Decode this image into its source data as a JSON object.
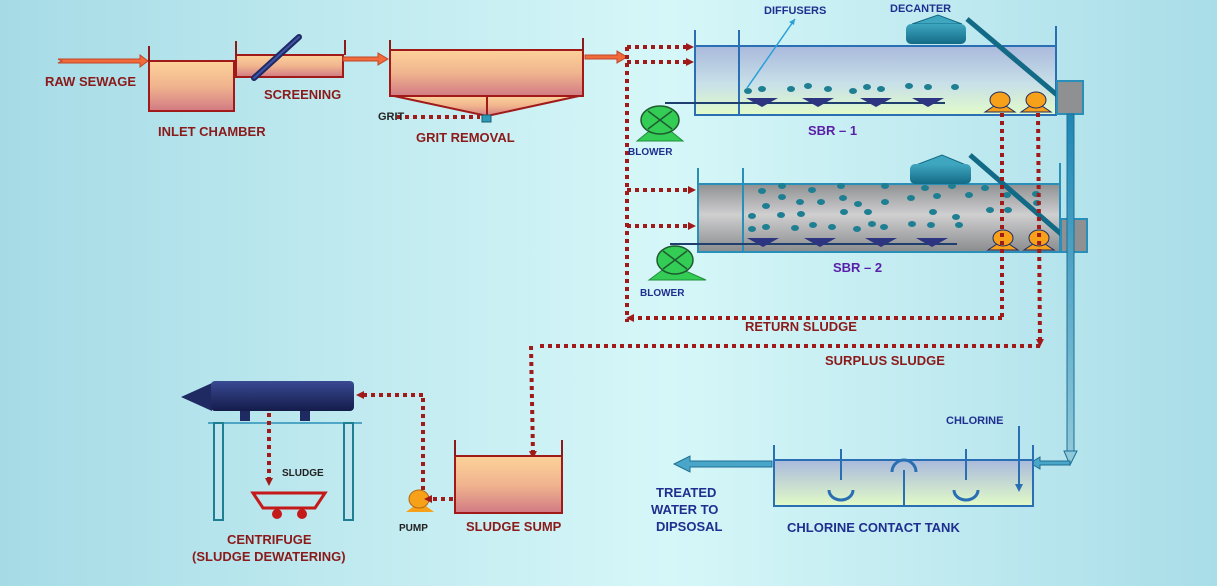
{
  "title": "Sequencing Batch Reactor (SBR) Sewage Treatment Process Flow",
  "colors": {
    "background_left": "#a6dbe6",
    "background_center": "#d6f7f8",
    "tank_fill_top": "#fdd29a",
    "tank_fill_bottom": "#d27a84",
    "tank_outline": "#a11a1a",
    "flow_dotted": "#a11a1a",
    "sbr_outline": "#2a6fb3",
    "blower": "#33cc55",
    "diffuser": "#2d3580",
    "bubble": "#1e7f93",
    "pump": "#f7a11a",
    "centrifuge": "#1f2a63",
    "label_red": "#8b1a1a",
    "label_blue": "#1f2f8f",
    "label_purple": "#5a1fa8"
  },
  "labels": {
    "raw_sewage": "RAW SEWAGE",
    "inlet_chamber": "INLET CHAMBER",
    "screening": "SCREENING",
    "grit": "GRIT",
    "grit_removal": "GRIT REMOVAL",
    "diffusers": "DIFFUSERS",
    "decanter": "DECANTER",
    "sbr1": "SBR – 1",
    "sbr2": "SBR – 2",
    "blower1": "BLOWER",
    "blower2": "BLOWER",
    "return_sludge": "RETURN SLUDGE",
    "surplus_sludge": "SURPLUS SLUDGE",
    "chlorine": "CHLORINE",
    "chlorine_contact_tank": "CHLORINE CONTACT TANK",
    "treated_line1": "TREATED",
    "treated_line2": "WATER TO",
    "treated_line3": "DIPSOSAL",
    "sludge": "SLUDGE",
    "centrifuge_line1": "CENTRIFUGE",
    "centrifuge_line2": "(SLUDGE DEWATERING)",
    "pump": "PUMP",
    "sludge_sump": "SLUDGE SUMP"
  }
}
